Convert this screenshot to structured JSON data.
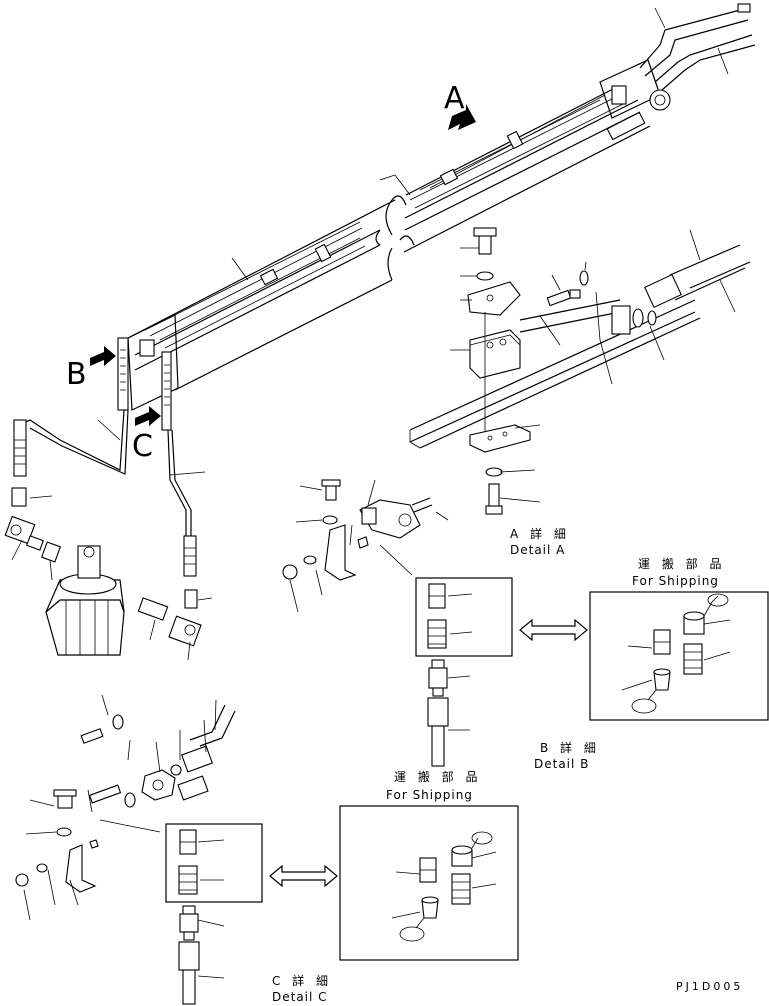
{
  "views": {
    "a": "A",
    "b": "B",
    "c": "C"
  },
  "detail_a": {
    "jp": "A 詳 細",
    "en": "Detail A"
  },
  "detail_b": {
    "jp": "B 詳 細",
    "en": "Detail B"
  },
  "detail_c": {
    "jp": "C 詳 細",
    "en": "Detail C"
  },
  "shipping_b": {
    "jp": "運 搬 部 品",
    "en": "For Shipping"
  },
  "shipping_c": {
    "jp": "運 搬 部 品",
    "en": "For Shipping"
  },
  "drawing_code": "PJ1D005",
  "icons": [
    "view-arrow-a-icon",
    "view-arrow-b-icon",
    "view-arrow-c-icon",
    "double-arrow-icon"
  ]
}
